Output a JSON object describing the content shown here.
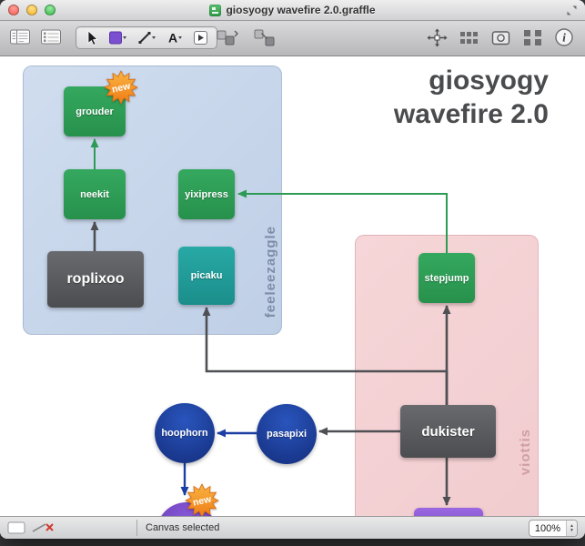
{
  "window": {
    "title": "giosyogy wavefire 2.0.graffle"
  },
  "toolbar": {
    "text_tool_glyph": "A",
    "info_glyph": "i"
  },
  "canvas": {
    "title_line1": "giosyogy",
    "title_line2": "wavefire 2.0",
    "groups": [
      {
        "id": "feeleezaggle",
        "label": "feeleezaggle",
        "color": "#c9d7eb",
        "label_color": "#7e8ca8"
      },
      {
        "id": "viottis",
        "label": "viottis",
        "color": "#f3d1d3",
        "label_color": "#cf9fa4"
      }
    ],
    "nodes": [
      {
        "id": "grouder",
        "label": "grouder",
        "color": "#2fa057",
        "badge": "new"
      },
      {
        "id": "neekit",
        "label": "neekit",
        "color": "#2fa057"
      },
      {
        "id": "roplixoo",
        "label": "roplixoo",
        "color": "#5a5b5e"
      },
      {
        "id": "yixipress",
        "label": "yixipress",
        "color": "#2fa057"
      },
      {
        "id": "picaku",
        "label": "picaku",
        "color": "#21a09d"
      },
      {
        "id": "stepjump",
        "label": "stepjump",
        "color": "#2fa057"
      },
      {
        "id": "dukister",
        "label": "dukister",
        "color": "#5a5b5e"
      },
      {
        "id": "hoophorn",
        "label": "hoophorn",
        "color": "#1c3fa3",
        "shape": "circle"
      },
      {
        "id": "pasapixi",
        "label": "pasapixi",
        "color": "#1c3fa3",
        "shape": "circle"
      }
    ],
    "badge_label": "new",
    "edge_colors": {
      "gray": "#4f5054",
      "green": "#2e9b55",
      "blue": "#1c3fa3"
    }
  },
  "statusbar": {
    "status": "Canvas selected",
    "zoom": "100%",
    "stepper_up": "▲",
    "stepper_down": "▼"
  }
}
